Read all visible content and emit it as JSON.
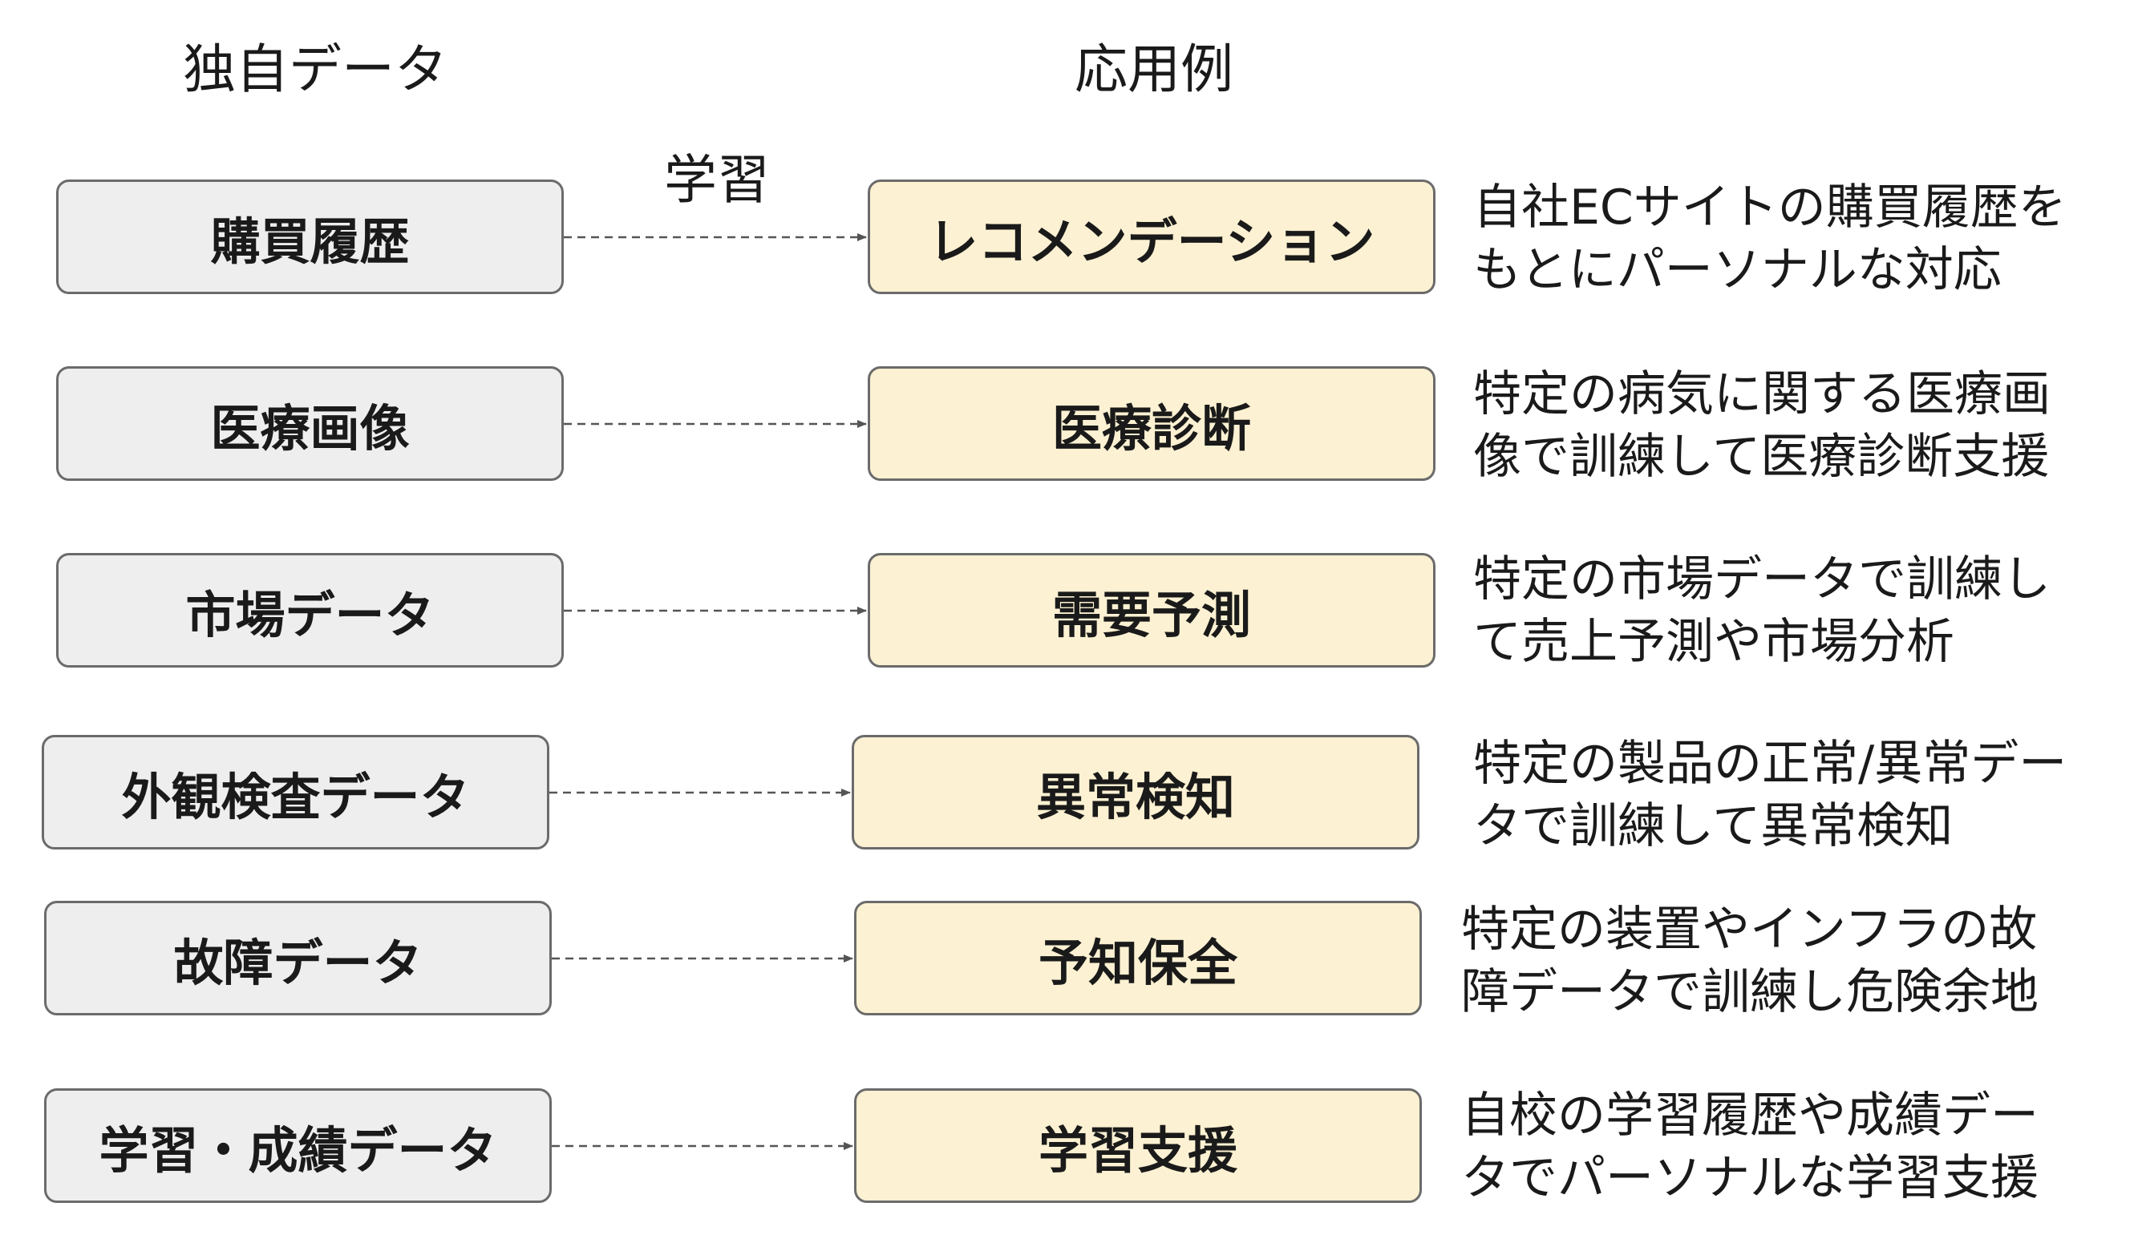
{
  "headers": {
    "source": "独自データ",
    "application": "応用例",
    "arrow_label": "学習"
  },
  "rows": [
    {
      "source": "購買履歴",
      "application": "レコメンデーション",
      "desc_line1": "自社ECサイトの購買履歴を",
      "desc_line2": "もとにパーソナルな対応"
    },
    {
      "source": "医療画像",
      "application": "医療診断",
      "desc_line1": "特定の病気に関する医療画",
      "desc_line2": "像で訓練して医療診断支援"
    },
    {
      "source": "市場データ",
      "application": "需要予測",
      "desc_line1": "特定の市場データで訓練し",
      "desc_line2": "て売上予測や市場分析"
    },
    {
      "source": "外観検査データ",
      "application": "異常検知",
      "desc_line1": "特定の製品の正常/異常デー",
      "desc_line2": "タで訓練して異常検知"
    },
    {
      "source": "故障データ",
      "application": "予知保全",
      "desc_line1": "特定の装置やインフラの故",
      "desc_line2": "障データで訓練し危険余地"
    },
    {
      "source": "学習・成績データ",
      "application": "学習支援",
      "desc_line1": "自校の学習履歴や成績デー",
      "desc_line2": "タでパーソナルな学習支援"
    }
  ],
  "colors": {
    "source_box_fill": "#eeeeee",
    "application_box_fill": "#fcf1d2",
    "border": "#6b6b6b",
    "arrow": "#555555"
  }
}
